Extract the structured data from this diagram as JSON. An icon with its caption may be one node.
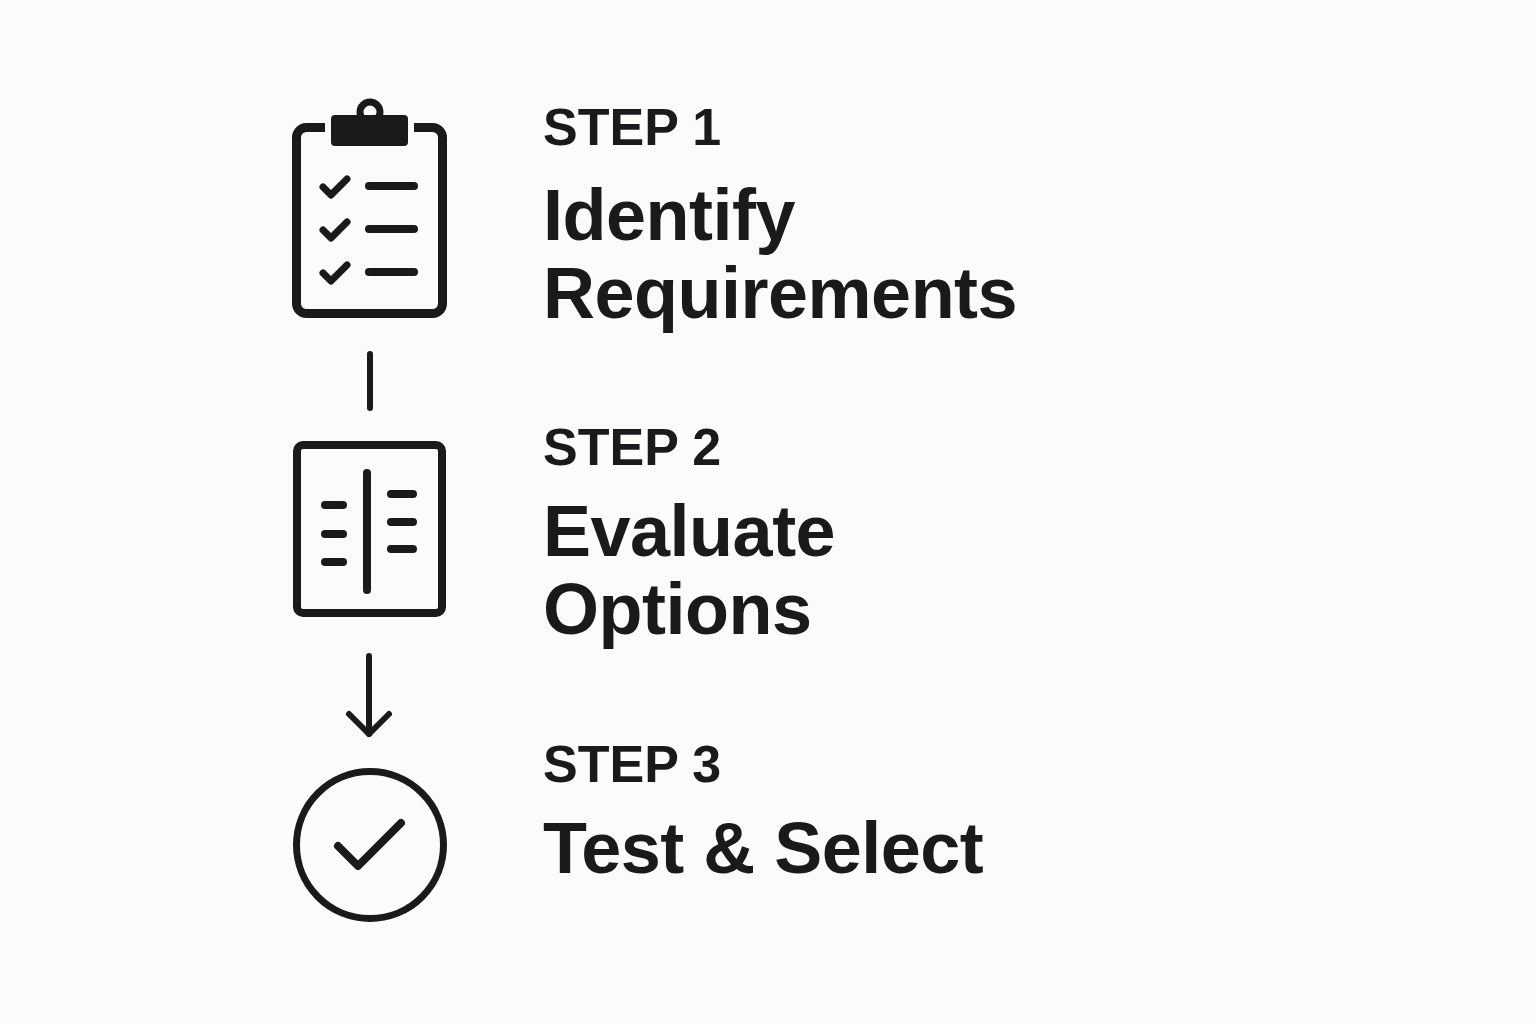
{
  "diagram": {
    "nodes": [
      {
        "text": [],
        "shape": "picture",
        "beside": [
          "STEP 1",
          "Identify Requirements"
        ]
      },
      {
        "text": [],
        "shape": "picture",
        "beside": [
          "STEP 2",
          "Evaluate Options"
        ]
      },
      {
        "text": [],
        "shape": "picture",
        "beside": [
          "STEP 3",
          "Test & Select"
        ]
      }
    ],
    "edges": [
      {
        "from": 0,
        "to": 1,
        "arrow": "none"
      },
      {
        "from": 1,
        "to": 2,
        "arrow": "to"
      }
    ]
  }
}
